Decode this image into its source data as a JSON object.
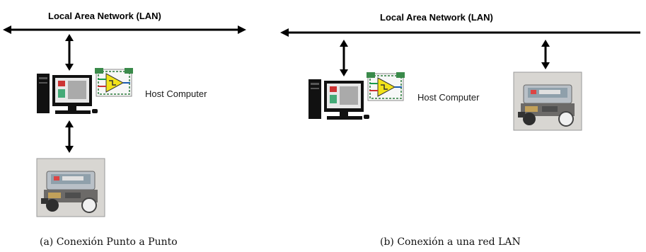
{
  "panel_a": {
    "network_label": "Local Area Network (LAN)",
    "host_label": "Host Computer",
    "caption": "(a) Conexión Punto a Punto"
  },
  "panel_b": {
    "network_label": "Local Area Network (LAN)",
    "host_label": "Host Computer",
    "caption": "(b) Conexión a una red LAN"
  },
  "icons": [
    "computer-icon",
    "labview-icon",
    "robot-icon"
  ],
  "colors": {
    "line": "#000000",
    "labview_yellow": "#f2e21a",
    "labview_green": "#1a9a4a"
  }
}
